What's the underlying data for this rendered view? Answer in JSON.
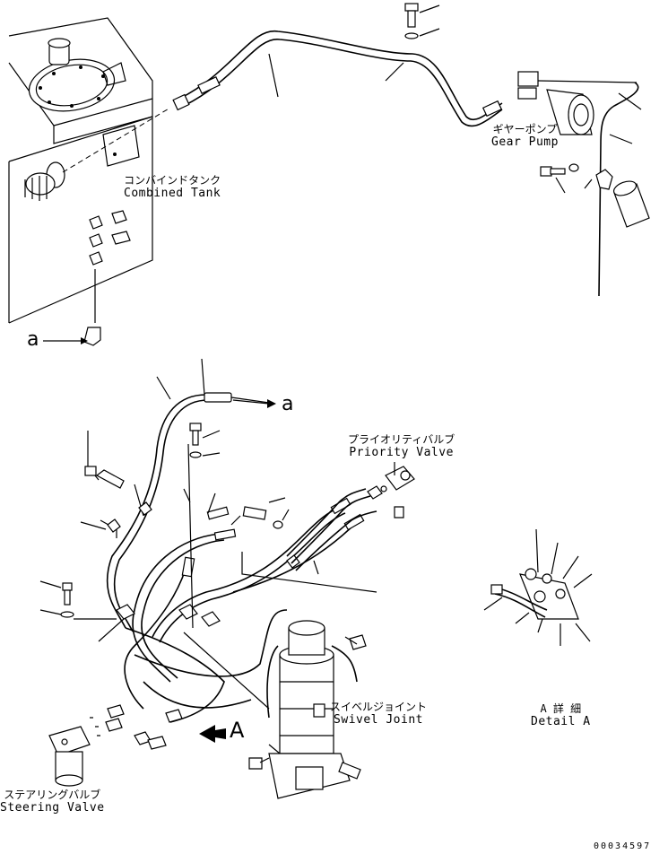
{
  "labels": {
    "combined_tank": {
      "jp": "コンバインドタンク",
      "en": "Combined Tank"
    },
    "gear_pump": {
      "jp": "ギヤーポンプ",
      "en": "Gear Pump"
    },
    "priority_valve": {
      "jp": "プライオリティバルブ",
      "en": "Priority Valve"
    },
    "swivel_joint": {
      "jp": "スイベルジョイント",
      "en": "Swivel Joint"
    },
    "steering_valve": {
      "jp": "ステアリングバルブ",
      "en": "Steering Valve"
    },
    "detail_a": {
      "jp": "A 詳 細",
      "en": "Detail A"
    }
  },
  "markers": {
    "a_top": "a",
    "a_mid": "a",
    "view_a": "A"
  },
  "document_number": "00034597"
}
